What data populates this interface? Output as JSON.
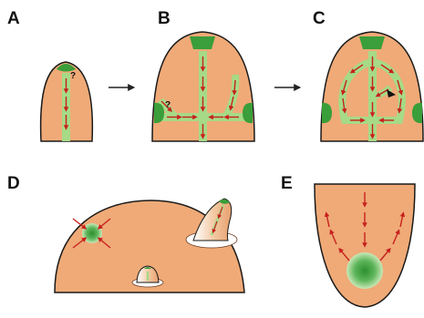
{
  "panels": [
    {
      "id": "A",
      "label": "A"
    },
    {
      "id": "B",
      "label": "B"
    },
    {
      "id": "C",
      "label": "C"
    },
    {
      "id": "D",
      "label": "D"
    },
    {
      "id": "E",
      "label": "E"
    }
  ],
  "unknown_mark": "?",
  "colors": {
    "tissue": "#EFAA77",
    "tissue_outline": "#1a1a1a",
    "vein": "#A6DA86",
    "primordium": "#3A9E3A",
    "arrow": "#C8201E",
    "bump_highlight": "#FFFFFF"
  },
  "icons": [
    "flow-arrow-icon",
    "arrowhead-icon",
    "process-arrow-icon"
  ]
}
